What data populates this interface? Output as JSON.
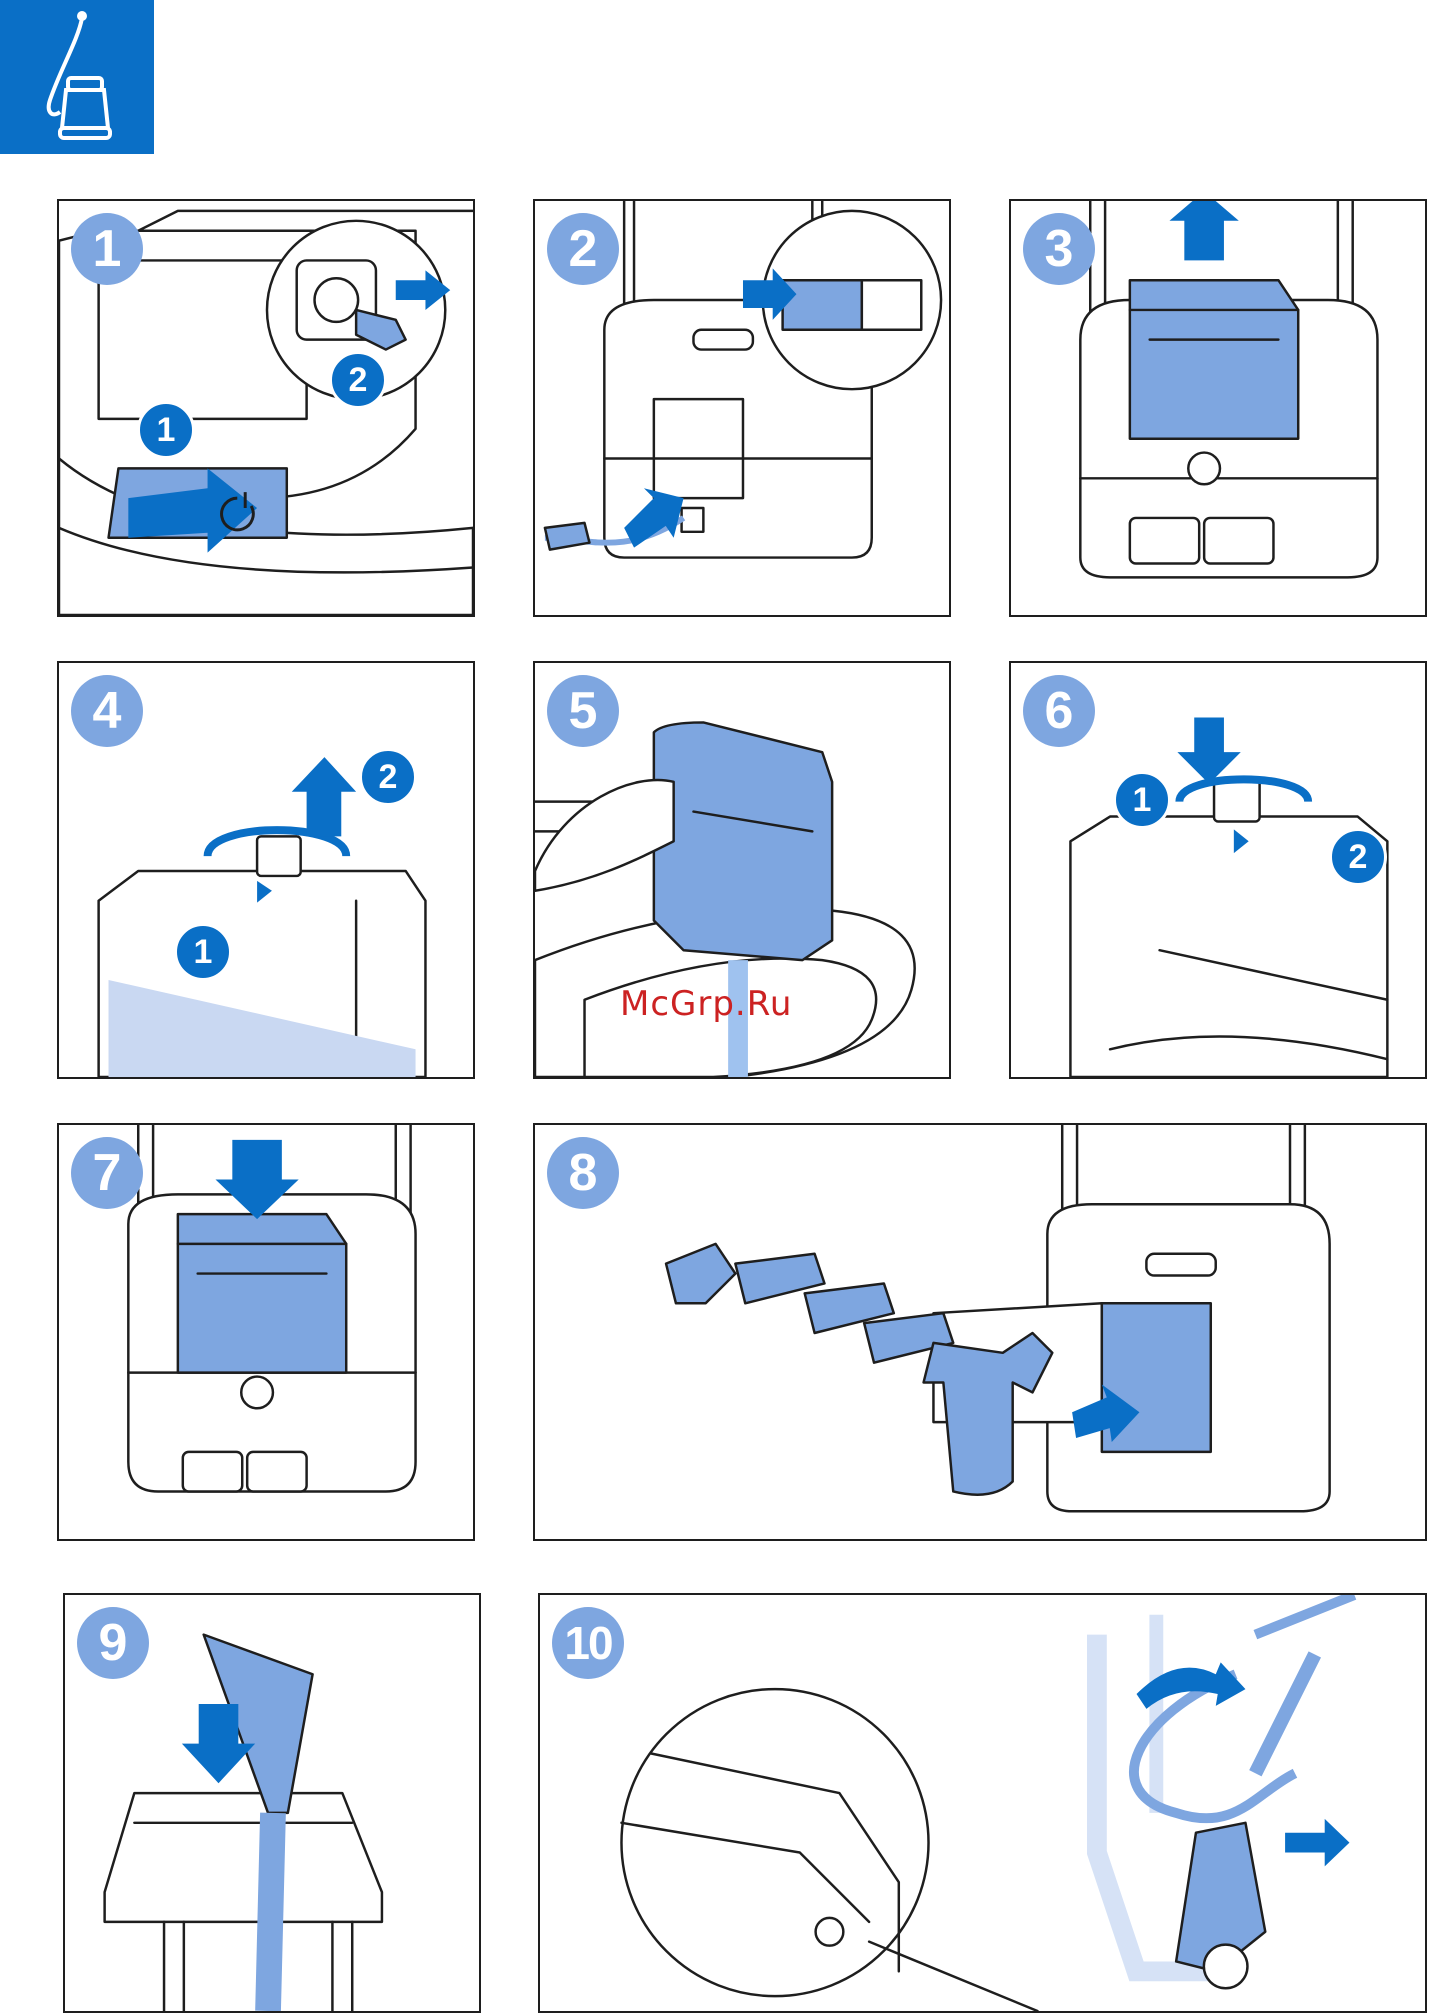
{
  "header": {
    "icon": "garment-steamer-icon",
    "color": "#0a6fc6"
  },
  "steps": [
    {
      "label": "1",
      "subs": [
        "1",
        "2"
      ]
    },
    {
      "label": "2",
      "subs": []
    },
    {
      "label": "3",
      "subs": []
    },
    {
      "label": "4",
      "subs": [
        "1",
        "2"
      ]
    },
    {
      "label": "5",
      "subs": []
    },
    {
      "label": "6",
      "subs": [
        "1",
        "2"
      ]
    },
    {
      "label": "7",
      "subs": []
    },
    {
      "label": "8",
      "subs": []
    },
    {
      "label": "9",
      "subs": []
    },
    {
      "label": "10",
      "subs": []
    }
  ],
  "watermark": "McGrp.Ru",
  "colors": {
    "accent": "#0a6fc6",
    "badge": "#7ea6e0"
  }
}
